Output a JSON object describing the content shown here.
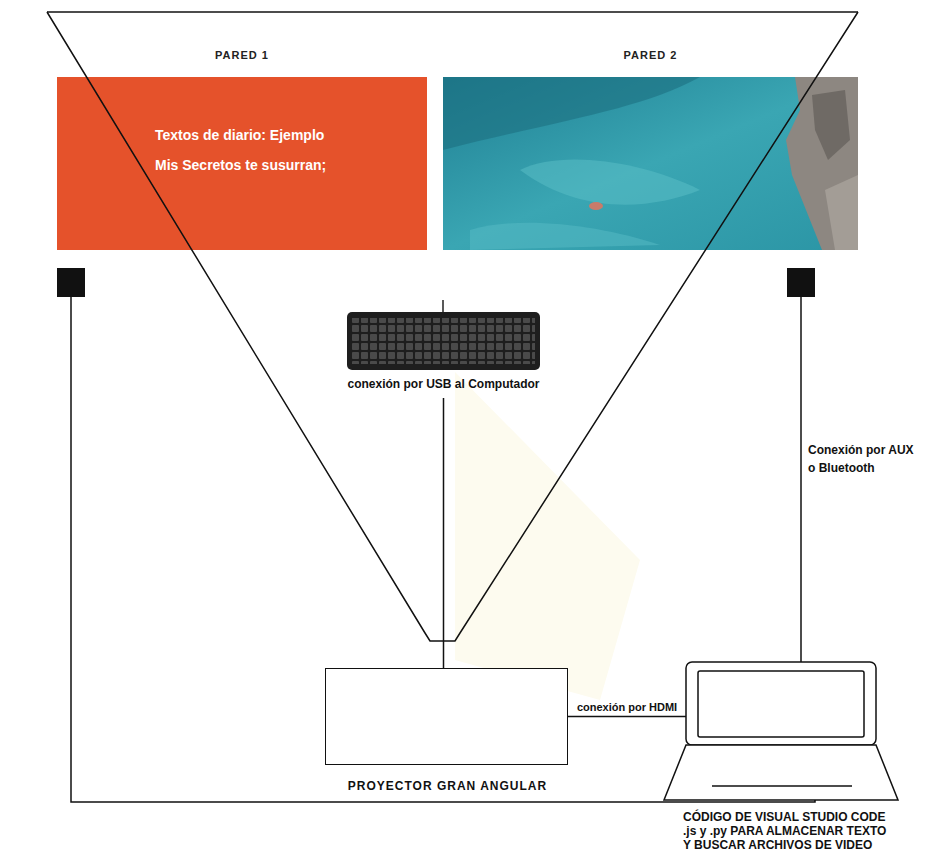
{
  "diagram": {
    "nodes": [
      {
        "text": [
          "PARED 1",
          "Textos de diario: Ejemplo",
          "Mis Secretos te susurran;"
        ]
      },
      {
        "text": [
          "PARED 2"
        ]
      },
      {
        "text": [
          "conexión por USB al Computador"
        ]
      },
      {
        "text": [
          "PROYECTOR GRAN ANGULAR"
        ]
      },
      {
        "text": [
          "CÓDIGO DE VISUAL STUDIO CODE .js y .py PARA ALMACENAR TEXTO Y BUSCAR ARCHIVOS DE VIDEO"
        ]
      }
    ],
    "edges": [
      {
        "from": 2,
        "to": 3,
        "arrow": "none"
      },
      {
        "from": 3,
        "to": 4,
        "label": "conexión por HDMI",
        "arrow": "none"
      }
    ],
    "labels": [
      "Conexión por AUX o Bluetooth"
    ]
  }
}
